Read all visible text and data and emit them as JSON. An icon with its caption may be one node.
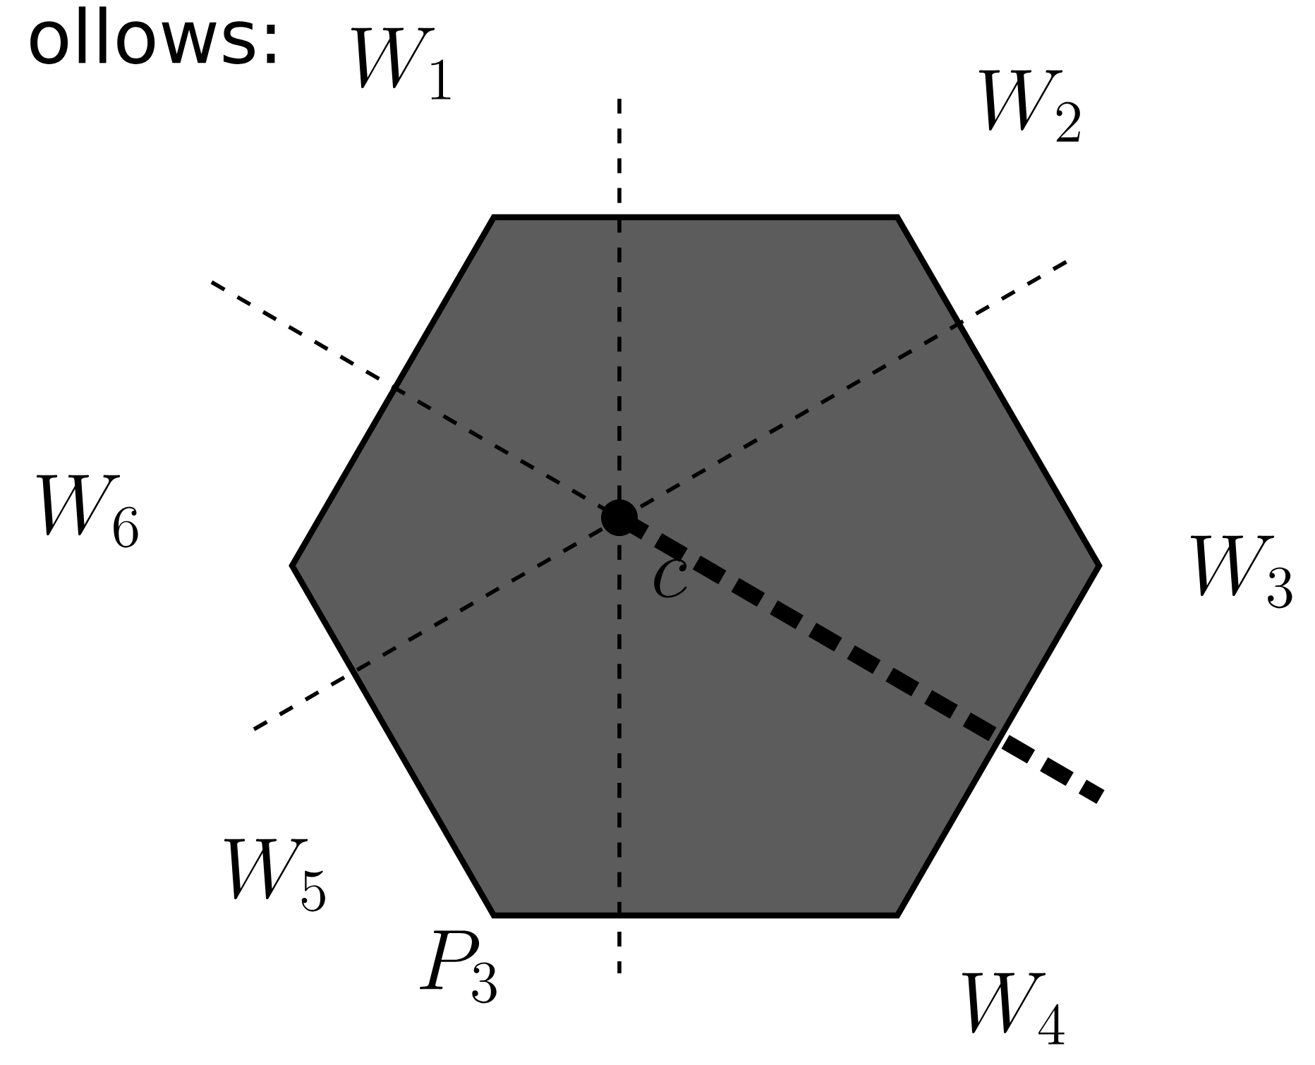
{
  "diagram": {
    "labels": [
      "ollows:",
      "W_1",
      "W_2",
      "W_6",
      "W_3",
      "c",
      "W_5",
      "P_3",
      "W_4"
    ]
  }
}
